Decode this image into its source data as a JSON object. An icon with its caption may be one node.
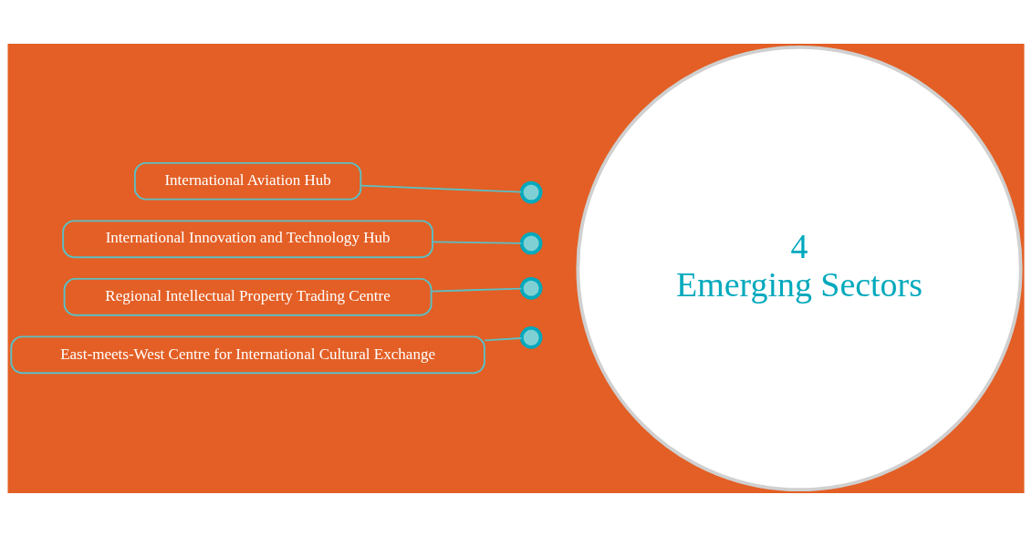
{
  "diagram": {
    "nodes": [
      {
        "text": [
          "International Aviation Hub"
        ]
      },
      {
        "text": [
          "International Innovation and Technology Hub"
        ]
      },
      {
        "text": [
          "Regional Intellectual Property Trading Centre"
        ]
      },
      {
        "text": [
          "East-meets-West Centre for International Cultural Exchange"
        ]
      },
      {
        "text": [
          "4 Emerging Sectors"
        ]
      },
      {
        "text": [],
        "shape": "circle"
      },
      {
        "text": [],
        "shape": "circle"
      },
      {
        "text": [],
        "shape": "circle"
      },
      {
        "text": [],
        "shape": "circle"
      }
    ],
    "edges": [
      {
        "from": 0,
        "to": 5,
        "arrow": "none"
      },
      {
        "from": 1,
        "to": 6,
        "arrow": "none"
      },
      {
        "from": 2,
        "to": 7,
        "arrow": "none"
      },
      {
        "from": 3,
        "to": 8,
        "arrow": "none"
      }
    ]
  }
}
